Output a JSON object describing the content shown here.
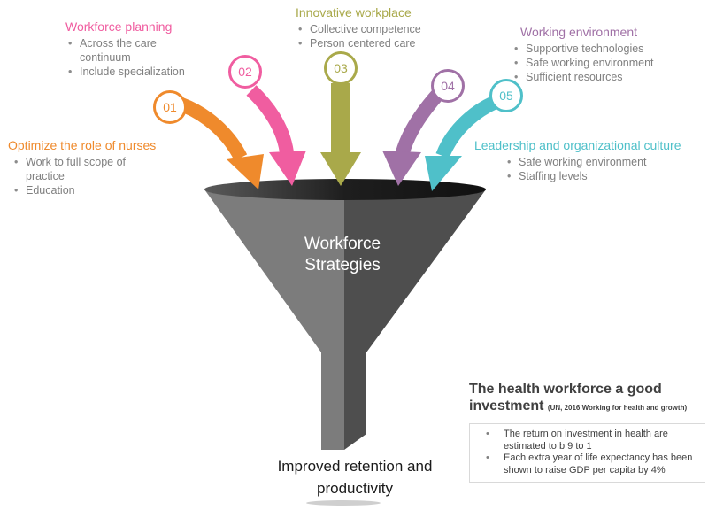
{
  "colors": {
    "orange": "#ef8a2c",
    "pink": "#f05da0",
    "olive": "#a9a94a",
    "purple": "#a071a6",
    "teal": "#4fc0c9",
    "funnel_left": "#7c7c7c",
    "funnel_right": "#4e4e4e",
    "bullet_text": "#7f7f7f"
  },
  "funnel": {
    "title_line1": "Workforce",
    "title_line2": "Strategies",
    "result_line1": "Improved retention and",
    "result_line2": "productivity"
  },
  "strategies": [
    {
      "number": "01",
      "color_name": "orange",
      "title": "Optimize the role of nurses",
      "bullets": [
        "Work to full scope of",
        "practice",
        "Education"
      ]
    },
    {
      "number": "02",
      "color_name": "pink",
      "title": "Workforce planning",
      "bullets": [
        "Across the care",
        "continuum",
        "Include specialization"
      ]
    },
    {
      "number": "03",
      "color_name": "olive",
      "title": "Innovative workplace",
      "bullets": [
        "Collective competence",
        "Person centered care"
      ]
    },
    {
      "number": "04",
      "color_name": "purple",
      "title": "Working environment",
      "bullets": [
        "Supportive technologies",
        "Safe working  environment",
        "Sufficient resources"
      ]
    },
    {
      "number": "05",
      "color_name": "teal",
      "title": "Leadership and organizational culture",
      "bullets": [
        "Safe working  environment",
        "Staffing levels"
      ]
    }
  ],
  "investment": {
    "title_line1": "The health workforce a good",
    "title_line2": "investment",
    "source_note": "(UN, 2016 Working for health and growth)",
    "bullets": [
      "The return on investment in health are estimated to b 9 to 1",
      "Each extra year  of life expectancy has been shown to raise GDP per capita by 4%"
    ]
  }
}
